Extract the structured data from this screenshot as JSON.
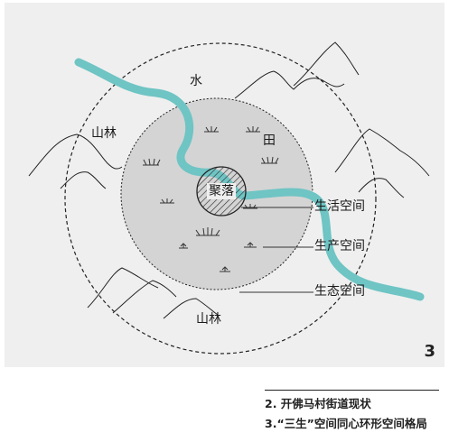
{
  "diagram": {
    "labels": {
      "water": "水",
      "field": "田",
      "forest_left": "山林",
      "forest_bottom": "山林",
      "settlement": "聚落",
      "living_space": "生活空间",
      "production_space": "生产空间",
      "ecological_space": "生态空间"
    },
    "figure_number": "3",
    "colors": {
      "background": "#efefef",
      "river": "#6fc4c4",
      "middle_zone": "#d4d4d4",
      "outline": "#333333"
    }
  },
  "captions": [
    "2. 开佛马村街道现状",
    "3.“三生”空间同心环形空间格局"
  ]
}
